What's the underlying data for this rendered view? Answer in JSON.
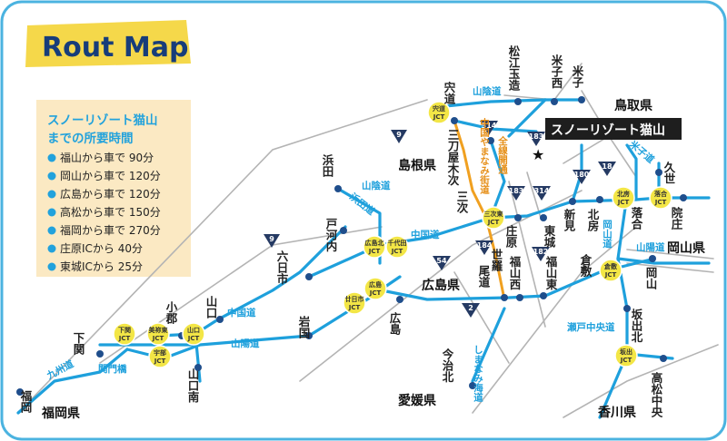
{
  "title": "Rout Map",
  "info": {
    "title_lines": [
      "スノーリゾート猫山",
      "までの所要時間"
    ],
    "items": [
      "福山から車で 90分",
      "岡山から車で 120分",
      "広島から車で 120分",
      "高松から車で 150分",
      "福岡から車で 270分",
      "庄原ICから 40分",
      "東城ICから 25分"
    ]
  },
  "destination": "スノーリゾート猫山",
  "prefectures": {
    "tottori": "鳥取県",
    "shimane": "島根県",
    "okayama": "岡山県",
    "hiroshima": "広島県",
    "ehime": "愛媛県",
    "kagawa": "香川県",
    "fukuoka": "福岡県"
  },
  "cities": {
    "shinji": "宍道",
    "matsue": "松江玉造",
    "yonago_nishi": "米子西",
    "yonago": "米子",
    "hamada": "浜田",
    "miyoshi_kisugi": "三刀屋木次",
    "miyoshi": "三次",
    "shobara": "庄原",
    "tojo": "東城",
    "niimi": "新見",
    "hokubo": "北房",
    "ochiai": "落合",
    "kuse": "久世",
    "innosho": "院庄",
    "kurashiki": "倉敷",
    "okayama": "岡山",
    "gotsu": "戸河内",
    "muikaichi": "六日市",
    "yamaguchi": "山口",
    "ogori": "小郡",
    "shimonoseki": "下関",
    "fukuoka": "福岡",
    "yamaguchi_minami": "山口南",
    "iwakuni": "岩国",
    "hiroshima": "広島",
    "onomichi": "尾道",
    "sera": "世羅",
    "fukuyama_nishi": "福山西",
    "fukuyama_higashi": "福山東",
    "imabari_kita": "今治北",
    "sakaide_kita": "坂出北",
    "takamatsu_chuo": "高松中央"
  },
  "roads": {
    "sanin": "山陰道",
    "sanin2": "山陰道",
    "hamada_road": "浜田道",
    "chugoku": "中国道",
    "chugoku2": "中国道",
    "sanyo": "山陽道",
    "sanyo2": "山陽道",
    "kyushu": "九州道",
    "kanmon": "関門橋",
    "okayama_road": "岡山道",
    "yonago_road": "米子道",
    "setochuo": "瀬戸中央道",
    "shimanami": "しまなみ海道",
    "yamanami": "中国やまなみ街道",
    "zensen": "全線開通"
  },
  "jcts": {
    "shinji": [
      "宍道",
      "JCT"
    ],
    "miyoshi_higashi": [
      "三次東",
      "JCT"
    ],
    "hiroshima_kita": [
      "広島北",
      "JCT"
    ],
    "chiyoda": [
      "千代田",
      "JCT"
    ],
    "hiroshima": [
      "広島",
      "JCT"
    ],
    "hatsukaichi": [
      "廿日市",
      "JCT"
    ],
    "shimonoseki": [
      "下関",
      "JCT"
    ],
    "mine": [
      "美祢東",
      "JCT"
    ],
    "yamaguchi": [
      "山口",
      "JCT"
    ],
    "ube": [
      "宇部",
      "JCT"
    ],
    "hokubo": [
      "北房",
      "JCT"
    ],
    "ochiai": [
      "落合",
      "JCT"
    ],
    "kurashiki": [
      "倉敷",
      "JCT"
    ],
    "sakaide": [
      "坂出",
      "JCT"
    ]
  },
  "route_numbers": [
    "9",
    "9",
    "54",
    "2",
    "314",
    "183",
    "183",
    "314",
    "182",
    "184",
    "180",
    "18"
  ]
}
